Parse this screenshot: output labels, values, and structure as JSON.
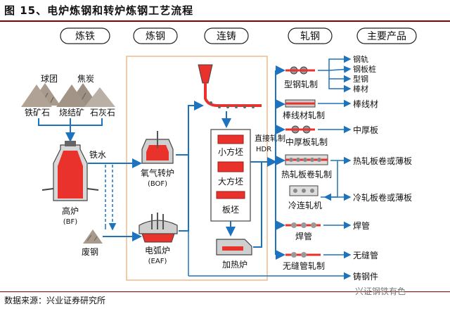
{
  "title": "图 15、电炉炼钢和转炉炼钢工艺流程",
  "source": "数据来源：兴业证券研究所",
  "watermark": "兴证钢铁有色",
  "headers": {
    "ironmaking": "炼铁",
    "steelmaking": "炼钢",
    "casting": "连铸",
    "rolling": "轧钢",
    "products": "主要产品"
  },
  "raw_materials": {
    "pellet": "球团",
    "coke": "焦炭",
    "iron_ore": "铁矿石",
    "sinter": "烧结矿",
    "limestone": "石灰石",
    "scrap": "废钢"
  },
  "furnaces": {
    "blast_furnace": "高炉",
    "blast_furnace_en": "(BF)",
    "hot_metal": "铁水",
    "bof": "氧气转炉",
    "bof_en": "(BOF)",
    "eaf": "电弧炉",
    "eaf_en": "(EAF)"
  },
  "casting": {
    "billet": "小方坯",
    "bloom": "大方坯",
    "slab": "板坯",
    "reheat": "加热炉",
    "hdr_cn": "直接轧制",
    "hdr_en": "HDR"
  },
  "mills": {
    "section": "型钢轧制",
    "wire": "棒线材轧制",
    "plate": "中厚板轧制",
    "hot_strip": "热轧板卷轧制",
    "cold": "冷连轧机",
    "welded": "焊管",
    "seamless": "无缝管轧制"
  },
  "products": {
    "rail": "钢轨",
    "sheet_pile": "钢板桩",
    "shapes": "型钢",
    "bar": "棒材",
    "wire_rod": "棒线材",
    "plate": "中厚板",
    "hot_coil": "热轧板卷或薄板",
    "cold_coil": "冷轧板卷或薄板",
    "welded_pipe": "焊管",
    "seamless_pipe": "无缝管",
    "casting": "铸钢件"
  },
  "colors": {
    "accent": "#1e73be",
    "molten": "#e8322b",
    "frame": "#f0b98a",
    "title_rule": "#8b0000"
  }
}
